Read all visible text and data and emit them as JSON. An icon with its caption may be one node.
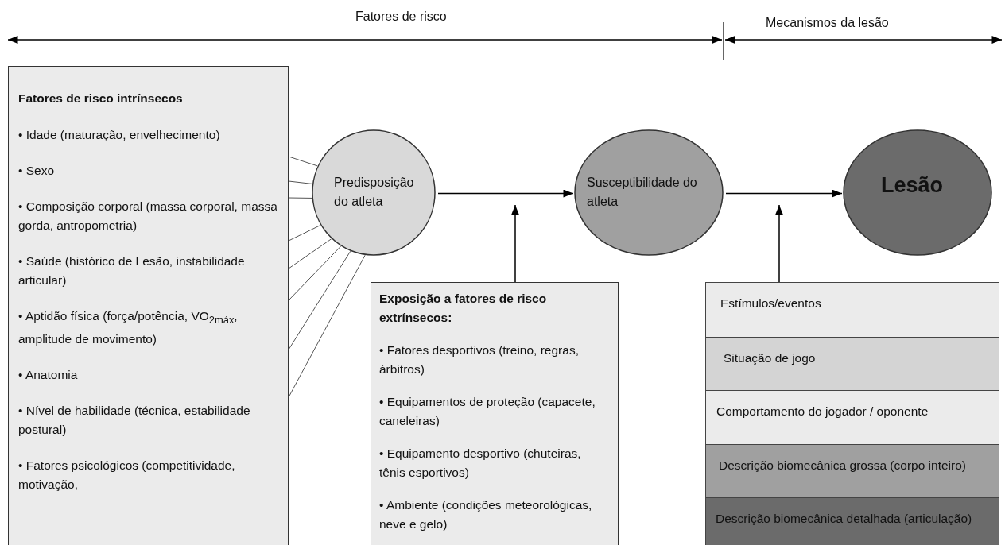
{
  "diagram": {
    "nodes": [
      {
        "text": [
          "Fatores de risco intrínsecos",
          "• Idade (maturação, envelhecimento)",
          "• Sexo",
          "• Composição corporal (massa corporal, massa gorda, antropometria)",
          "• Saúde (histórico de Lesão, instabilidade articular)",
          "• Aptidão física (força/potência, VO$_{2máx}$, amplitude de movimento)",
          "• Anatomia",
          "• Nível de habilidade (técnica, estabilidade postural)",
          "• Fatores psicológicos (competitividade, motivação,"
        ]
      },
      {
        "text": [
          "Predisposição do atleta"
        ]
      },
      {
        "text": [
          "Susceptibilidade do atleta"
        ]
      },
      {
        "text": [
          "Lesão"
        ]
      },
      {
        "text": [
          "Exposição a fatores de risco extrínsecos:",
          "• Fatores desportivos (treino, regras, árbitros)",
          "• Equipamentos de proteção (capacete, caneleiras)",
          "• Equipamento desportivo (chuteiras, tênis esportivos)",
          "• Ambiente (condições meteorológicas, neve e gelo)"
        ]
      },
      {
        "text": [],
        "shape": "box"
      },
      {
        "text": [
          "Estímulos/eventos"
        ],
        "in": 5
      },
      {
        "text": [
          "Situação de jogo"
        ],
        "in": 5
      },
      {
        "text": [
          "Comportamento do jogador / oponente"
        ],
        "in": 5
      },
      {
        "text": [
          "Descrição biomecânica grossa (corpo inteiro)"
        ],
        "in": 5
      },
      {
        "text": [
          "Descrição biomecânica detalhada (articulação)"
        ],
        "in": 5
      }
    ],
    "edges": [
      {
        "from": 0,
        "to": 1,
        "arrow": "none"
      },
      {
        "from": 0,
        "to": 1,
        "arrow": "none"
      },
      {
        "from": 0,
        "to": 1,
        "arrow": "none"
      },
      {
        "from": 0,
        "to": 1,
        "arrow": "none"
      },
      {
        "from": 0,
        "to": 1,
        "arrow": "none"
      },
      {
        "from": 0,
        "to": 1,
        "arrow": "none"
      },
      {
        "from": 0,
        "to": 1,
        "arrow": "none"
      },
      {
        "from": 0,
        "to": 1,
        "arrow": "none"
      },
      {
        "from": 1,
        "to": 2,
        "arrow": "to"
      },
      {
        "from": 2,
        "to": 3,
        "arrow": "to"
      },
      {
        "from": 4,
        "to": null,
        "arrow": "to"
      },
      {
        "from": 5,
        "to": null,
        "arrow": "to"
      }
    ],
    "labels": [
      "Fatores de risco",
      "Mecanismos da lesão"
    ]
  }
}
